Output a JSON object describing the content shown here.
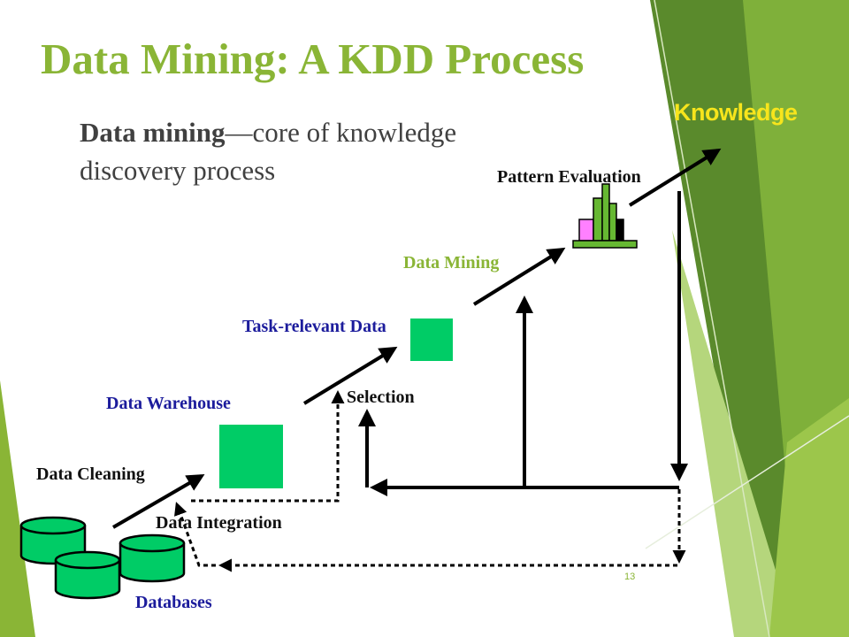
{
  "slide": {
    "title": "Data Mining: A KDD Process",
    "subtitle_bold": "Data mining",
    "subtitle_rest": "—core of knowledge discovery process",
    "page_number": "13"
  },
  "diagram": {
    "labels": {
      "knowledge": "Knowledge",
      "pattern_evaluation": "Pattern Evaluation",
      "data_mining": "Data Mining",
      "task_relevant_data": "Task-relevant Data",
      "selection": "Selection",
      "data_warehouse": "Data Warehouse",
      "data_cleaning": "Data Cleaning",
      "data_integration": "Data Integration",
      "databases": "Databases"
    }
  },
  "colors": {
    "title_green": "#8ab536",
    "label_blue": "#1c1c9c",
    "knowledge_yellow": "#f7e51c",
    "box_green": "#00cc66",
    "bar_pink": "#ff80ff",
    "bar_green": "#66b832"
  }
}
